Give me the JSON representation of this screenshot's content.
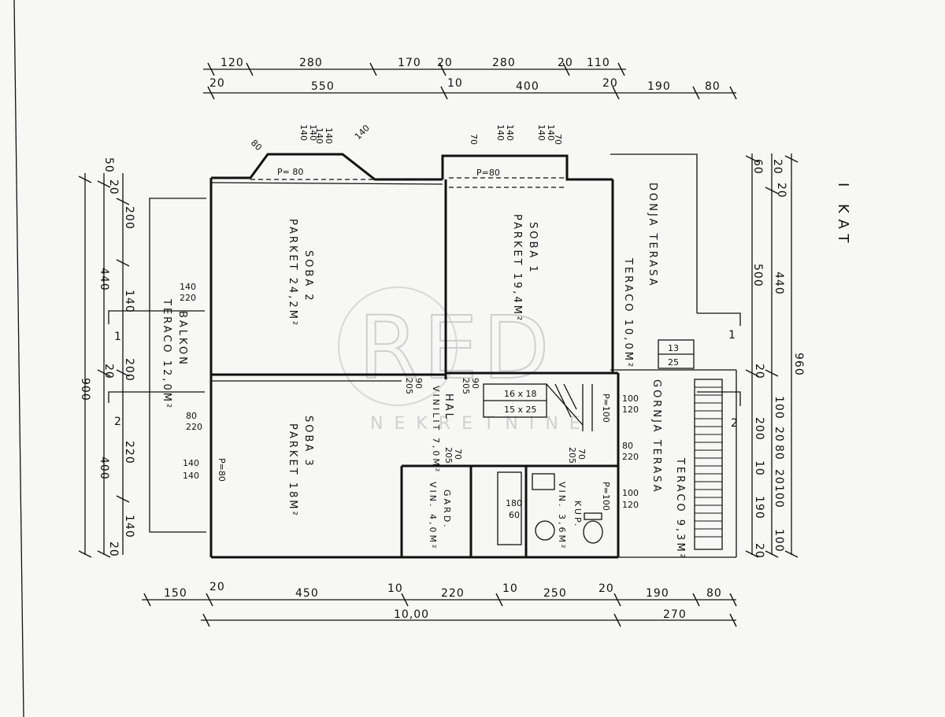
{
  "floor_label": "I KAT",
  "watermark": {
    "logo": "RED",
    "sub": "NEKRETNINE"
  },
  "rooms": {
    "soba2": {
      "name": "SOBA 2",
      "finish": "PARKET 24,2M²"
    },
    "soba1": {
      "name": "SOBA 1",
      "finish": "PARKET 19,4M²"
    },
    "soba3": {
      "name": "SOBA 3",
      "finish": "PARKET 18M²"
    },
    "balkon": {
      "name": "BALKON",
      "finish": "TERACO 12,0M²"
    },
    "donja_terasa": {
      "name": "DONJA TERASA",
      "finish": "TERACO 10,0M²"
    },
    "gornja_terasa": {
      "name": "GORNJA TERASA",
      "finish": "TERACO 9,3M²"
    },
    "hal": {
      "name": "HAL",
      "finish": "VINILIT 7,0M²"
    },
    "gard": {
      "name": "GARD.",
      "finish": "VIN. 4,0M²"
    },
    "kup": {
      "name": "KUP.",
      "finish": "VIN. 3,6M²"
    }
  },
  "top_dims": {
    "row1": [
      "120",
      "280",
      "170",
      "20",
      "280",
      "20",
      "110"
    ],
    "row2": [
      "20",
      "550",
      "10",
      "400",
      "20",
      "190",
      "80"
    ]
  },
  "bottom_dims": {
    "row1": [
      "150",
      "20",
      "450",
      "10",
      "220",
      "10",
      "250",
      "20",
      "190",
      "80"
    ],
    "row2": [
      "10,00",
      "270"
    ]
  },
  "left_dims": {
    "outer": [
      "900"
    ],
    "mid": [
      "440",
      "400"
    ],
    "inner": [
      "50",
      "20",
      "200",
      "140",
      "20",
      "200",
      "220",
      "140",
      "20"
    ]
  },
  "right_dims": {
    "outer": [
      "960"
    ],
    "mid": [
      "500",
      "440"
    ],
    "inner": [
      "60",
      "20",
      "20",
      "20",
      "100",
      "200",
      "20",
      "80",
      "10",
      "20",
      "190",
      "100",
      "100",
      "20"
    ]
  },
  "opening_labels": [
    "140",
    "140",
    "140",
    "140",
    "140",
    "140",
    "140",
    "140",
    "70",
    "70",
    "P= 80",
    "P=80",
    "140",
    "220",
    "80",
    "220",
    "140",
    "140",
    "P=80",
    "90",
    "205",
    "90",
    "205",
    "70",
    "205",
    "70",
    "205",
    "100",
    "120",
    "80",
    "220",
    "100",
    "120",
    "P=100",
    "P=100",
    "16 x 18",
    "15 x 25",
    "13",
    "25",
    "180",
    "60",
    "80",
    "140"
  ],
  "section_marks": [
    "1",
    "1",
    "2",
    "2"
  ]
}
